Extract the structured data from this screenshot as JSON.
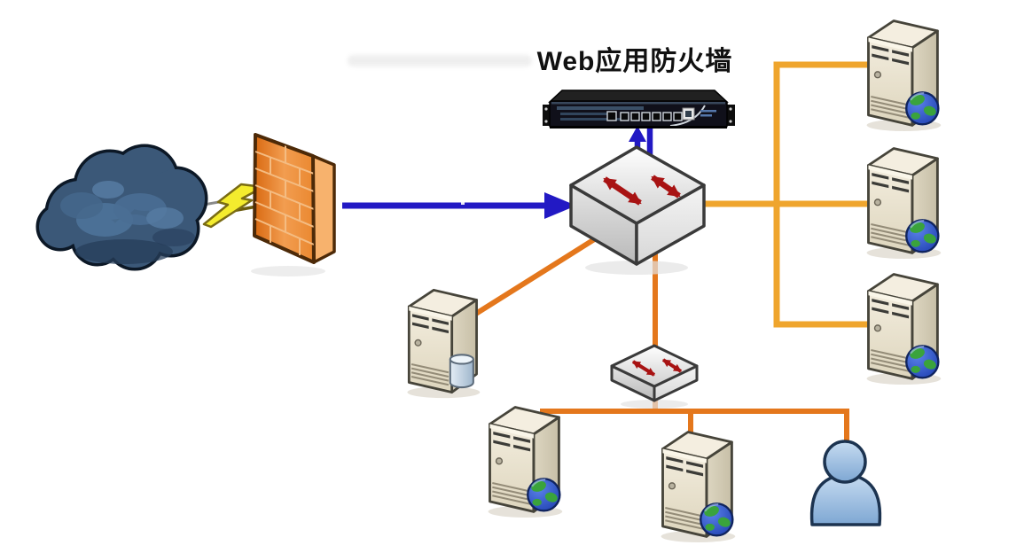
{
  "title": {
    "text": "Web应用防火墙"
  },
  "colors": {
    "blue": "#2219c4",
    "gold": "#efa52d",
    "orange": "#e4771c",
    "arrowred": "#a81313",
    "firewallorange": "#ee8e3c",
    "cloudblue": "#3b5878",
    "serverbeige": "#ece5d2",
    "personblue": "#9cbade"
  },
  "nodes": [
    {
      "id": "internet-cloud",
      "type": "cloud-icon"
    },
    {
      "id": "attack-lightning",
      "type": "lightning-bolt-icon"
    },
    {
      "id": "perimeter-firewall",
      "type": "brick-wall-firewall-icon"
    },
    {
      "id": "waf-appliance",
      "type": "rack-appliance-icon",
      "label": "Web应用防火墙"
    },
    {
      "id": "core-switch",
      "type": "switch-icon"
    },
    {
      "id": "database-server",
      "type": "server-with-database-icon"
    },
    {
      "id": "access-switch",
      "type": "switch-icon"
    },
    {
      "id": "web-server-top-right",
      "type": "server-with-globe-icon"
    },
    {
      "id": "web-server-middle-right",
      "type": "server-with-globe-icon"
    },
    {
      "id": "web-server-bottom-right",
      "type": "server-with-globe-icon"
    },
    {
      "id": "web-server-bottom-left",
      "type": "server-with-globe-icon"
    },
    {
      "id": "web-server-bottom-middle",
      "type": "server-with-globe-icon"
    },
    {
      "id": "client-user",
      "type": "person-icon"
    }
  ],
  "edges": [
    {
      "from": "internet-cloud",
      "to": "perimeter-firewall",
      "style": "lightning-strike"
    },
    {
      "from": "perimeter-firewall",
      "to": "core-switch",
      "style": "blue-arrow"
    },
    {
      "from": "core-switch",
      "to": "waf-appliance",
      "style": "blue-double-link"
    },
    {
      "from": "core-switch",
      "to": "web-server-top-right",
      "style": "gold-line"
    },
    {
      "from": "core-switch",
      "to": "web-server-middle-right",
      "style": "gold-line"
    },
    {
      "from": "core-switch",
      "to": "web-server-bottom-right",
      "style": "gold-line"
    },
    {
      "from": "core-switch",
      "to": "database-server",
      "style": "orange-line"
    },
    {
      "from": "core-switch",
      "to": "access-switch",
      "style": "orange-line"
    },
    {
      "from": "access-switch",
      "to": "web-server-bottom-left",
      "style": "orange-line"
    },
    {
      "from": "access-switch",
      "to": "web-server-bottom-middle",
      "style": "orange-line"
    },
    {
      "from": "access-switch",
      "to": "client-user",
      "style": "orange-line"
    }
  ]
}
